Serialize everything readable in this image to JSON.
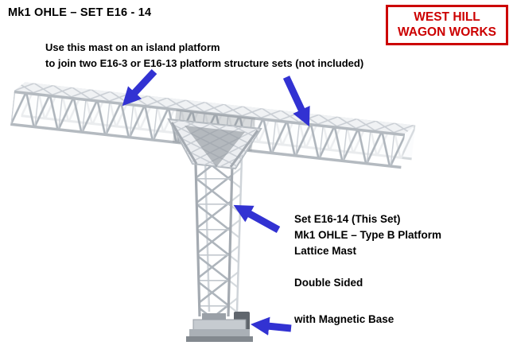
{
  "header": {
    "title": "Mk1 OHLE – SET E16 - 14"
  },
  "logo": {
    "line1": "WEST HILL",
    "line2": "WAGON WORKS"
  },
  "instruction": {
    "line1": "Use this mast on an island platform",
    "line2": "to join two E16-3 or E16-13 platform structure sets (not included)"
  },
  "annotation": {
    "set_line": "Set E16-14 (This Set)",
    "type_line": "Mk1 OHLE – Type B Platform",
    "mast_line": "Lattice Mast",
    "sided_line": "Double Sided",
    "base_line": "with Magnetic Base"
  },
  "colors": {
    "arrow_blue": "#3232d2",
    "brand_red": "#cc0000"
  }
}
